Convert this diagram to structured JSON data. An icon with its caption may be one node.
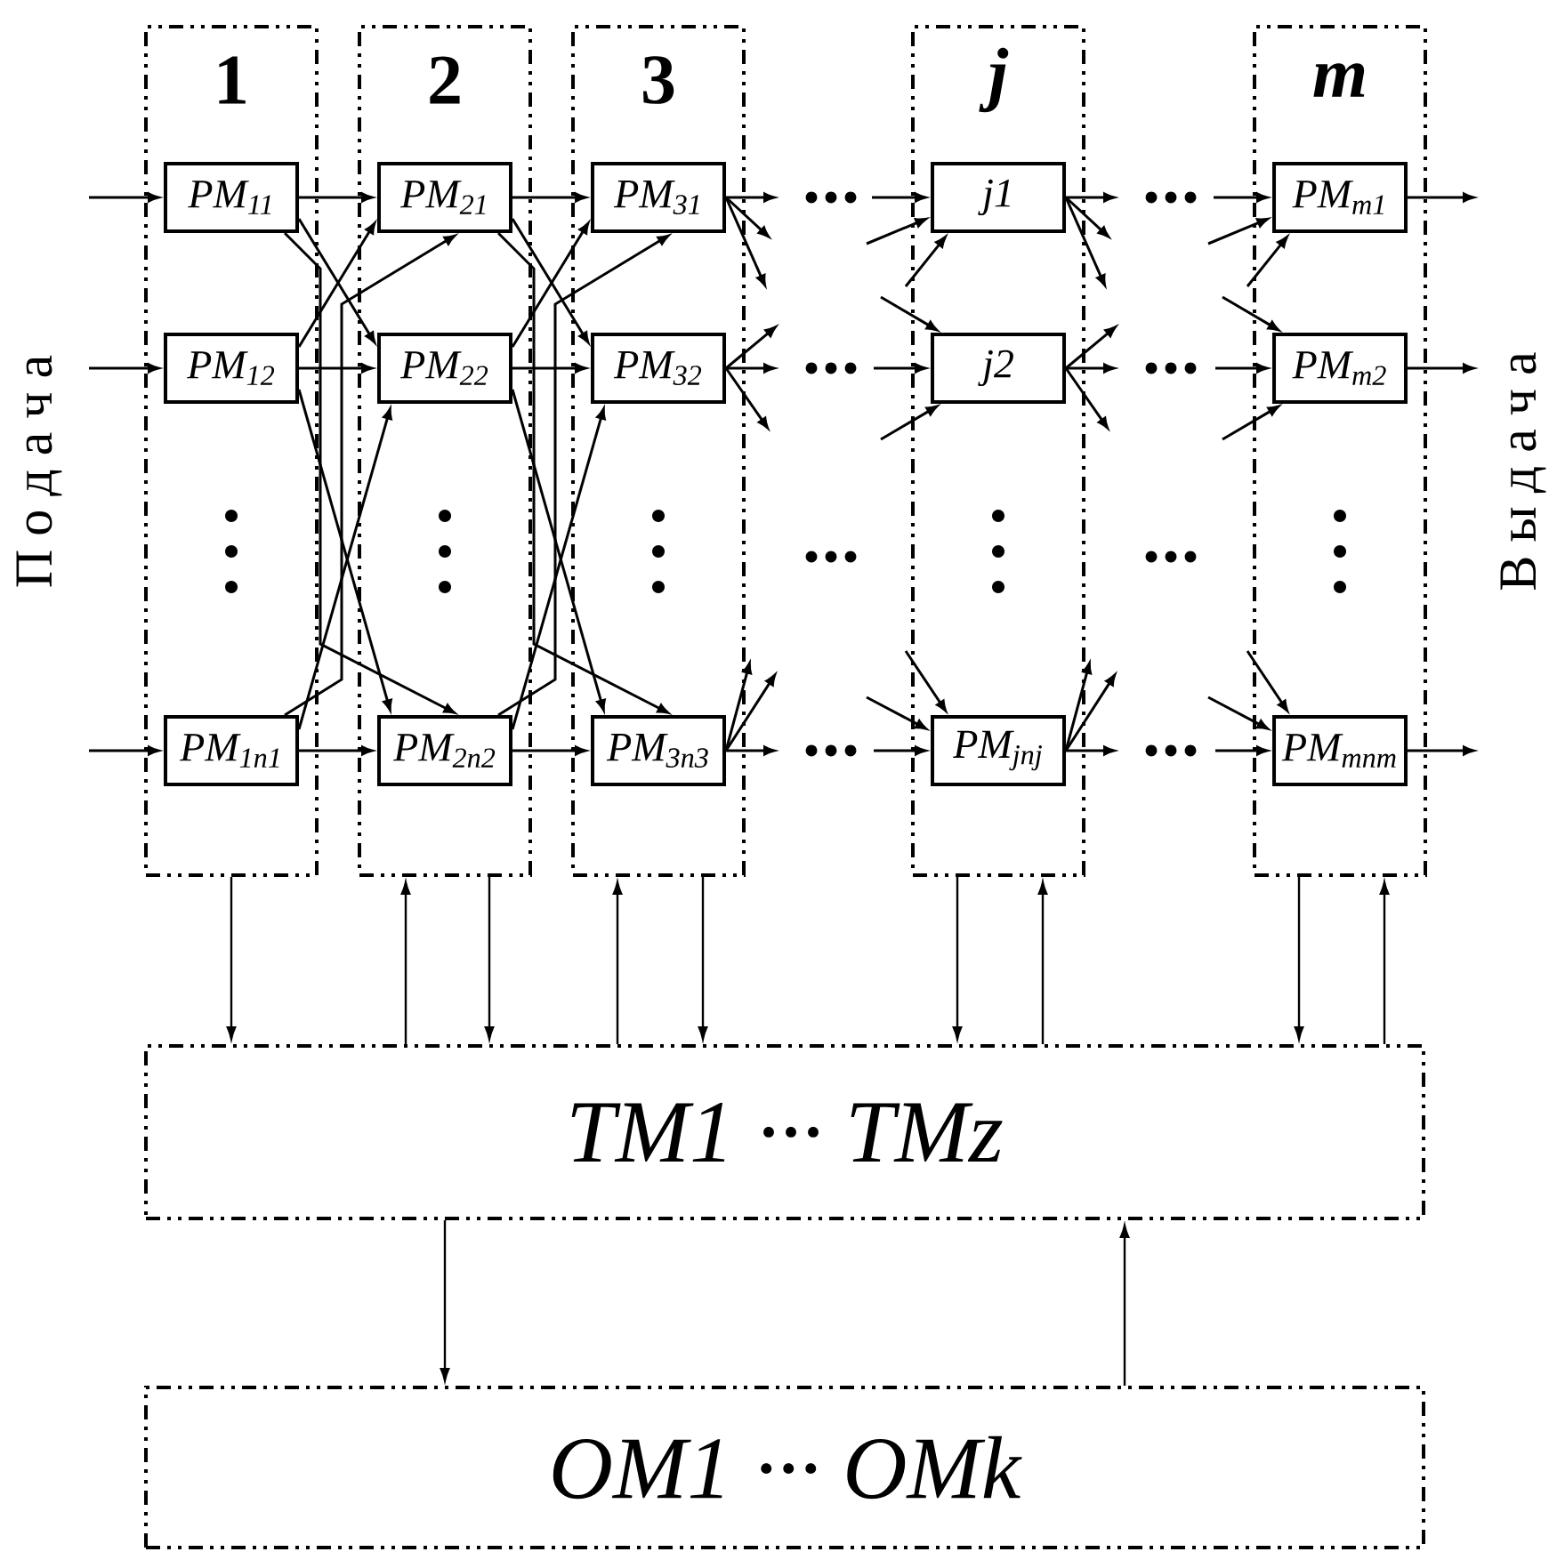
{
  "diagram": {
    "nodes": [
      {
        "text": [
          "1"
        ]
      },
      {
        "text": [
          "2"
        ]
      },
      {
        "text": [
          "3"
        ]
      },
      {
        "text": [
          "*j*"
        ]
      },
      {
        "text": [
          "*m*"
        ]
      },
      {
        "text": [
          "PM$_{11}$"
        ],
        "in": 0
      },
      {
        "text": [
          "PM$_{12}$"
        ],
        "in": 0
      },
      {
        "text": [
          "PM$_{1n1}$"
        ],
        "in": 0
      },
      {
        "text": [
          "PM$_{21}$"
        ],
        "in": 1
      },
      {
        "text": [
          "PM$_{22}$"
        ],
        "in": 1
      },
      {
        "text": [
          "PM$_{2n2}$"
        ],
        "in": 1
      },
      {
        "text": [
          "PM$_{31}$"
        ],
        "in": 2
      },
      {
        "text": [
          "PM$_{32}$"
        ],
        "in": 2
      },
      {
        "text": [
          "PM$_{3n3}$"
        ],
        "in": 2
      },
      {
        "text": [
          "j1"
        ],
        "in": 3
      },
      {
        "text": [
          "j2"
        ],
        "in": 3
      },
      {
        "text": [
          "PM$_{jnj}$"
        ],
        "in": 3
      },
      {
        "text": [
          "PM$_{m1}$"
        ],
        "in": 4
      },
      {
        "text": [
          "PM$_{m2}$"
        ],
        "in": 4
      },
      {
        "text": [
          "PM$_{mnm}$"
        ],
        "in": 4
      },
      {
        "text": [
          "TM1 ··· TMz"
        ]
      },
      {
        "text": [
          "OM1 ··· OMk"
        ]
      }
    ],
    "edges": [
      {
        "from": null,
        "to": 5,
        "arrow": "to"
      },
      {
        "from": null,
        "to": 6,
        "arrow": "to"
      },
      {
        "from": null,
        "to": 7,
        "arrow": "to"
      },
      {
        "from": 5,
        "to": 8,
        "arrow": "to"
      },
      {
        "from": 5,
        "to": 9,
        "arrow": "to"
      },
      {
        "from": 5,
        "to": 10,
        "arrow": "to"
      },
      {
        "from": 6,
        "to": 8,
        "arrow": "to"
      },
      {
        "from": 6,
        "to": 9,
        "arrow": "to"
      },
      {
        "from": 6,
        "to": 10,
        "arrow": "to"
      },
      {
        "from": 7,
        "to": 8,
        "arrow": "to"
      },
      {
        "from": 7,
        "to": 9,
        "arrow": "to"
      },
      {
        "from": 7,
        "to": 10,
        "arrow": "to"
      },
      {
        "from": 8,
        "to": 11,
        "arrow": "to"
      },
      {
        "from": 8,
        "to": 12,
        "arrow": "to"
      },
      {
        "from": 8,
        "to": 13,
        "arrow": "to"
      },
      {
        "from": 9,
        "to": 11,
        "arrow": "to"
      },
      {
        "from": 9,
        "to": 12,
        "arrow": "to"
      },
      {
        "from": 9,
        "to": 13,
        "arrow": "to"
      },
      {
        "from": 10,
        "to": 11,
        "arrow": "to"
      },
      {
        "from": 10,
        "to": 12,
        "arrow": "to"
      },
      {
        "from": 10,
        "to": 13,
        "arrow": "to"
      },
      {
        "from": 11,
        "to": null,
        "arrow": "to"
      },
      {
        "from": 11,
        "to": null,
        "arrow": "to"
      },
      {
        "from": 11,
        "to": null,
        "arrow": "to"
      },
      {
        "from": 12,
        "to": null,
        "arrow": "to"
      },
      {
        "from": 12,
        "to": null,
        "arrow": "to"
      },
      {
        "from": 12,
        "to": null,
        "arrow": "to"
      },
      {
        "from": 13,
        "to": null,
        "arrow": "to"
      },
      {
        "from": 13,
        "to": null,
        "arrow": "to"
      },
      {
        "from": 13,
        "to": null,
        "arrow": "to"
      },
      {
        "from": null,
        "to": 14,
        "arrow": "to"
      },
      {
        "from": null,
        "to": 14,
        "arrow": "to"
      },
      {
        "from": null,
        "to": 14,
        "arrow": "to"
      },
      {
        "from": null,
        "to": 15,
        "arrow": "to"
      },
      {
        "from": null,
        "to": 15,
        "arrow": "to"
      },
      {
        "from": null,
        "to": 15,
        "arrow": "to"
      },
      {
        "from": null,
        "to": 16,
        "arrow": "to"
      },
      {
        "from": null,
        "to": 16,
        "arrow": "to"
      },
      {
        "from": null,
        "to": 16,
        "arrow": "to"
      },
      {
        "from": 14,
        "to": null,
        "arrow": "to"
      },
      {
        "from": 14,
        "to": null,
        "arrow": "to"
      },
      {
        "from": 14,
        "to": null,
        "arrow": "to"
      },
      {
        "from": 15,
        "to": null,
        "arrow": "to"
      },
      {
        "from": 15,
        "to": null,
        "arrow": "to"
      },
      {
        "from": 15,
        "to": null,
        "arrow": "to"
      },
      {
        "from": 16,
        "to": null,
        "arrow": "to"
      },
      {
        "from": 16,
        "to": null,
        "arrow": "to"
      },
      {
        "from": 16,
        "to": null,
        "arrow": "to"
      },
      {
        "from": null,
        "to": 17,
        "arrow": "to"
      },
      {
        "from": null,
        "to": 17,
        "arrow": "to"
      },
      {
        "from": null,
        "to": 17,
        "arrow": "to"
      },
      {
        "from": null,
        "to": 18,
        "arrow": "to"
      },
      {
        "from": null,
        "to": 18,
        "arrow": "to"
      },
      {
        "from": null,
        "to": 18,
        "arrow": "to"
      },
      {
        "from": null,
        "to": 19,
        "arrow": "to"
      },
      {
        "from": null,
        "to": 19,
        "arrow": "to"
      },
      {
        "from": null,
        "to": 19,
        "arrow": "to"
      },
      {
        "from": 17,
        "to": null,
        "arrow": "to"
      },
      {
        "from": 18,
        "to": null,
        "arrow": "to"
      },
      {
        "from": 19,
        "to": null,
        "arrow": "to"
      },
      {
        "from": 0,
        "to": 20,
        "arrow": "to"
      },
      {
        "from": 20,
        "to": 1,
        "arrow": "to"
      },
      {
        "from": 1,
        "to": 20,
        "arrow": "to"
      },
      {
        "from": 20,
        "to": 2,
        "arrow": "to"
      },
      {
        "from": 2,
        "to": 20,
        "arrow": "to"
      },
      {
        "from": 3,
        "to": 20,
        "arrow": "to"
      },
      {
        "from": 20,
        "to": 3,
        "arrow": "to"
      },
      {
        "from": 4,
        "to": 20,
        "arrow": "to"
      },
      {
        "from": 20,
        "to": 4,
        "arrow": "to"
      },
      {
        "from": 20,
        "to": 21,
        "arrow": "to"
      },
      {
        "from": 21,
        "to": 20,
        "arrow": "to"
      }
    ],
    "labels": [
      "П о д а ч а",
      "В ы д а ч а"
    ]
  }
}
